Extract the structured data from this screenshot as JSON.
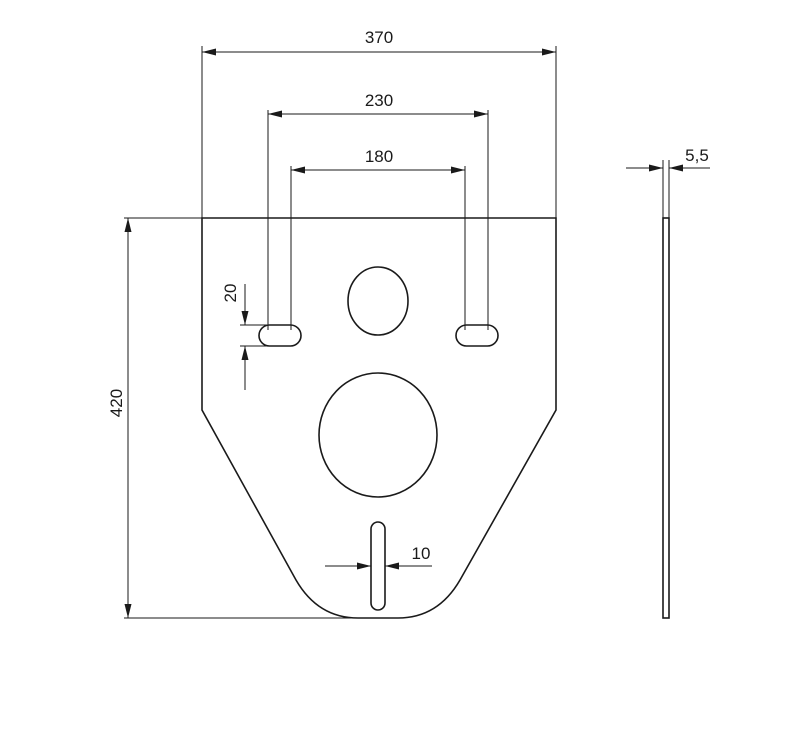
{
  "dimensions": {
    "overall_width": "370",
    "outer_slot_spacing": "230",
    "inner_slot_spacing": "180",
    "plate_height": "420",
    "slot_height": "20",
    "bottom_slot_width": "10",
    "thickness": "5,5"
  },
  "colors": {
    "stroke": "#1a1a1a",
    "background": "#ffffff"
  }
}
